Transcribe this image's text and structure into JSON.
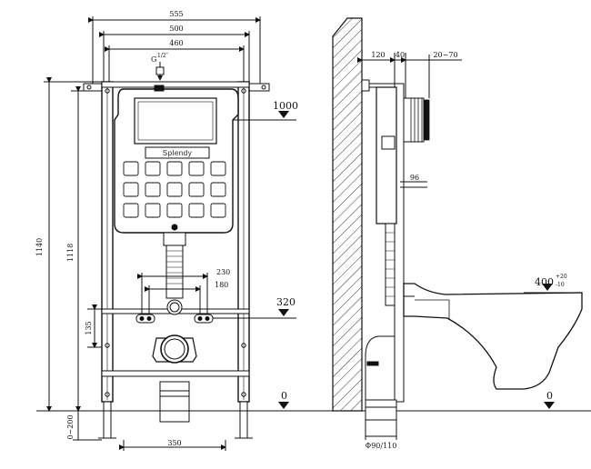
{
  "diagram": {
    "brand_label": "Splendy",
    "front_view": {
      "width_555": "555",
      "width_500": "500",
      "width_460": "460",
      "inlet_label_main": "G",
      "inlet_label_frac": "1/2″",
      "level_1000": "1000",
      "level_320": "320",
      "level_0": "0",
      "spacing_230": "230",
      "spacing_180": "180",
      "height_1140": "1140",
      "height_1118": "1118",
      "height_135": "135",
      "leg_adjust": "0~200",
      "foot_350": "350"
    },
    "side_view": {
      "depth_120": "120",
      "depth_40": "40",
      "wall_range": "20~70",
      "depth_96": "96",
      "pipe_diameter": "Φ90/110",
      "bowl_height_main": "400",
      "bowl_tol_plus": "+20",
      "bowl_tol_minus": "-10",
      "level_0_right": "0"
    }
  }
}
